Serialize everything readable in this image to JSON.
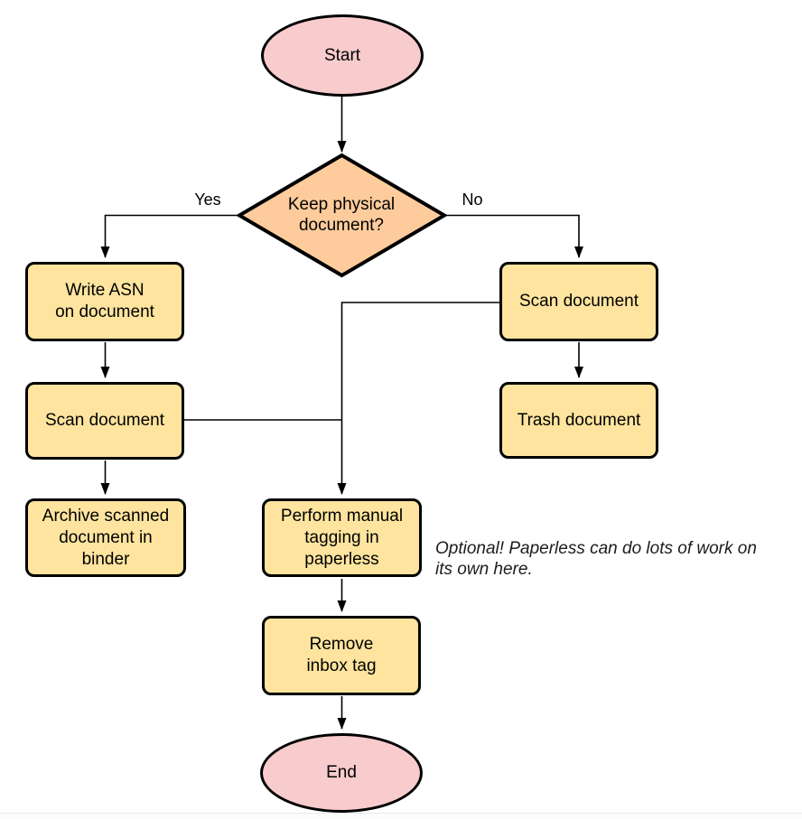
{
  "diagram": {
    "type": "flowchart",
    "nodes": {
      "start": {
        "label": "Start",
        "shape": "terminal"
      },
      "decision": {
        "label": "Keep physical\ndocument?",
        "shape": "decision"
      },
      "write_asn": {
        "label": "Write ASN\non document",
        "shape": "process"
      },
      "scan_left": {
        "label": "Scan document",
        "shape": "process"
      },
      "archive": {
        "label": "Archive scanned\ndocument in\nbinder",
        "shape": "process"
      },
      "scan_right": {
        "label": "Scan document",
        "shape": "process"
      },
      "trash": {
        "label": "Trash document",
        "shape": "process"
      },
      "tagging": {
        "label": "Perform manual\ntagging in\npaperless",
        "shape": "process"
      },
      "remove_inbox": {
        "label": "Remove\ninbox tag",
        "shape": "process"
      },
      "end": {
        "label": "End",
        "shape": "terminal"
      }
    },
    "edge_labels": {
      "yes": "Yes",
      "no": "No"
    },
    "annotation": {
      "text": "Optional! Paperless can do lots of work on\nits own here."
    },
    "colors": {
      "terminal_fill": "#f8cbcd",
      "decision_fill": "#fdcb9c",
      "process_fill": "#fee49e",
      "shape_border": "#000000",
      "edge_color": "#000000",
      "note_text": "#1c1c1c",
      "bottom_rule": "#e9e9e9",
      "background": "#ffffff"
    }
  }
}
